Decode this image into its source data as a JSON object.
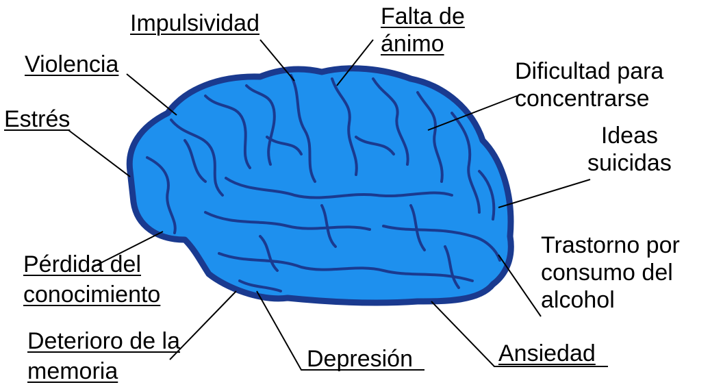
{
  "labels": {
    "impulsividad": "Impulsividad",
    "falta_line1": "Falta de",
    "falta_line2": "ánimo",
    "violencia": "Violencia",
    "dificultad_line1": "Dificultad para",
    "dificultad_line2": "concentrarse",
    "estres": "Estrés",
    "ideas_line1": "Ideas",
    "ideas_line2": "suicidas",
    "trastorno_line1": "Trastorno por",
    "trastorno_line2": "consumo del",
    "trastorno_line3": "alcohol",
    "perdida_line1": "Pérdida del",
    "perdida_line2": "conocimiento",
    "deterioro_line1": "Deterioro de la",
    "deterioro_line2": "memoria",
    "depresion": "Depresión",
    "ansiedad": "Ansiedad"
  },
  "colors": {
    "brain_fill": "#1E90EE",
    "brain_outline": "#1A3A8F",
    "sulci": "#1A3A8F",
    "text": "#000000",
    "leader_line": "#000000"
  }
}
